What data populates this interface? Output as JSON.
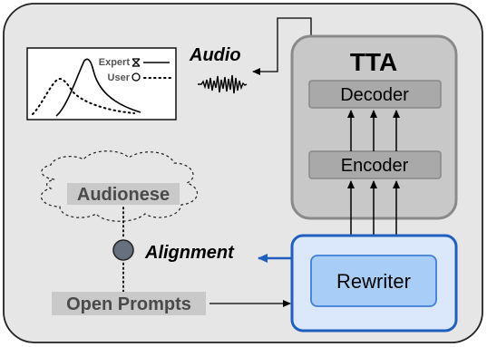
{
  "diagram": {
    "tta_title": "TTA",
    "decoder_label": "Decoder",
    "encoder_label": "Encoder",
    "rewriter_label": "Rewriter",
    "audio_label": "Audio",
    "alignment_label": "Alignment",
    "audionese_label": "Audionese",
    "open_prompts_label": "Open Prompts",
    "legend_expert": "Expert",
    "legend_user": "User"
  },
  "colors": {
    "outer_fill": "#e6e6e6",
    "tta_fill": "#c8c8c8",
    "tta_border": "#8a8a8a",
    "module_fill": "#a9a9a9",
    "rewriter_outer_fill": "#dbe7fb",
    "rewriter_outer_border": "#1f5fbf",
    "rewriter_inner_fill": "#a8cdf7",
    "rewriter_inner_border": "#3d7fd6",
    "alignment_arrow": "#1f5fbf",
    "node_fill": "#66707e"
  }
}
